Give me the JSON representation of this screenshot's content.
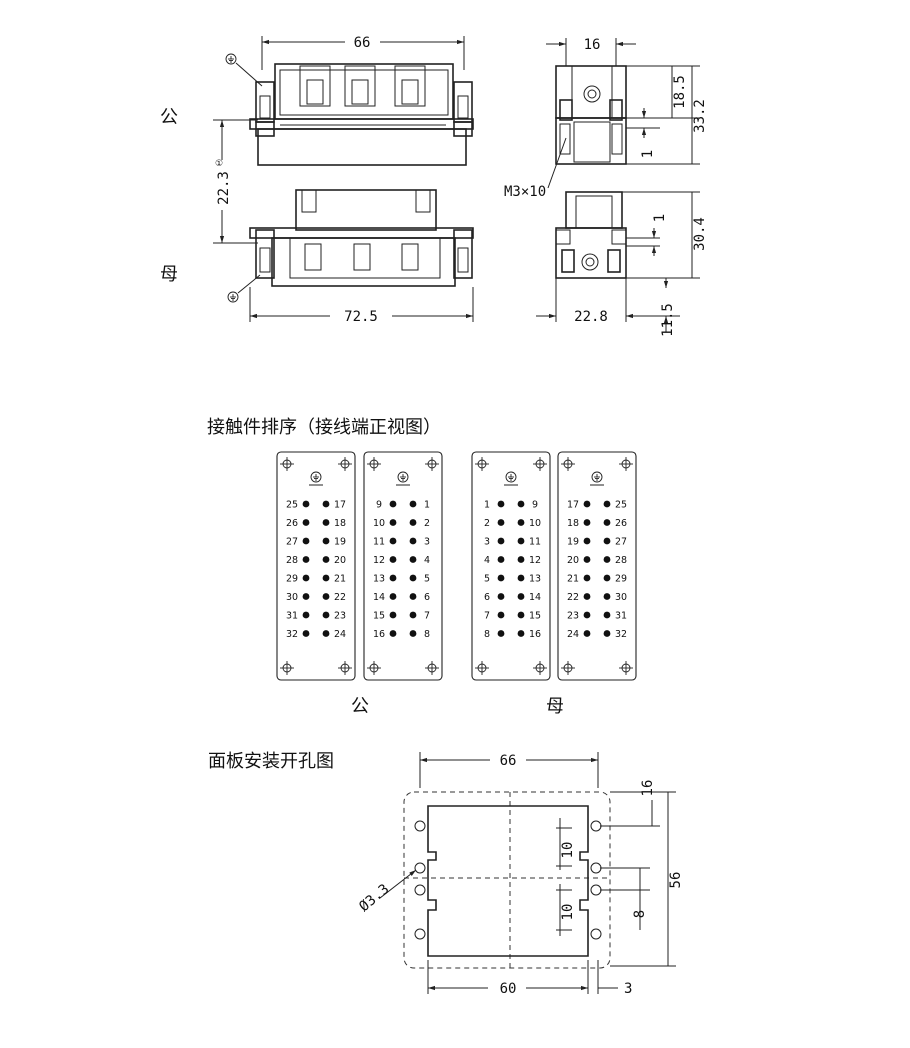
{
  "labels": {
    "male": "公",
    "female": "母",
    "pin_section_title": "接触件排序（接线端正视图）",
    "pin_male_caption": "公",
    "pin_female_caption": "母",
    "cutout_title": "面板安装开孔图"
  },
  "dims_top": {
    "width_66": "66",
    "width_72_5": "72.5",
    "height_22_3": "22.3",
    "footnote": "①",
    "side_16": "16",
    "side_18_5": "18.5",
    "side_33_2": "33.2",
    "side_1a": "1",
    "screw": "M3×10",
    "side_1b": "1",
    "side_30_4": "30.4",
    "side_22_8": "22.8",
    "side_11_5": "11.5"
  },
  "pin_panels": [
    {
      "left": [
        "25",
        "26",
        "27",
        "28",
        "29",
        "30",
        "31",
        "32"
      ],
      "right": [
        "17",
        "18",
        "19",
        "20",
        "21",
        "22",
        "23",
        "24"
      ]
    },
    {
      "left": [
        "9",
        "10",
        "11",
        "12",
        "13",
        "14",
        "15",
        "16"
      ],
      "right": [
        "1",
        "2",
        "3",
        "4",
        "5",
        "6",
        "7",
        "8"
      ]
    },
    {
      "left": [
        "1",
        "2",
        "3",
        "4",
        "5",
        "6",
        "7",
        "8"
      ],
      "right": [
        "9",
        "10",
        "11",
        "12",
        "13",
        "14",
        "15",
        "16"
      ]
    },
    {
      "left": [
        "17",
        "18",
        "19",
        "20",
        "21",
        "22",
        "23",
        "24"
      ],
      "right": [
        "25",
        "26",
        "27",
        "28",
        "29",
        "30",
        "31",
        "32"
      ]
    }
  ],
  "dims_cutout": {
    "w66": "66",
    "w60": "60",
    "d3": "3",
    "d16": "16",
    "d10a": "10",
    "d10b": "10",
    "d56": "56",
    "d8": "8",
    "hole": "Ø3.3"
  },
  "icons": [
    "ground-symbol-icon",
    "mounting-cross-icon"
  ]
}
